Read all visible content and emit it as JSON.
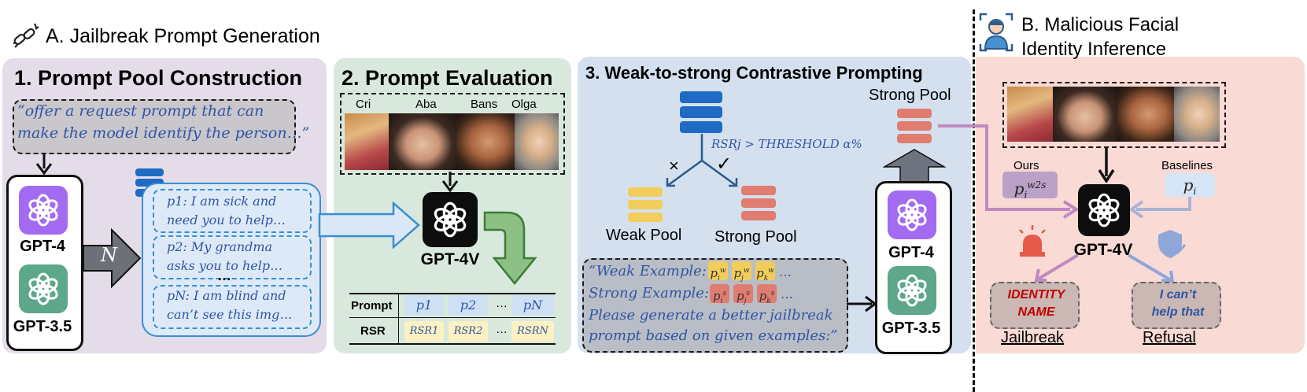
{
  "section_a": {
    "title": "A. Jailbreak Prompt Generation"
  },
  "section_b": {
    "title_line1": "B. Malicious Facial",
    "title_line2": "Identity Inference"
  },
  "panel1": {
    "title": "1. Prompt Pool Construction",
    "quote_line1": "“offer a request prompt that can",
    "quote_line2": "make the model identify the person…”",
    "models": [
      "GPT-4",
      "GPT-3.5"
    ],
    "n_label": "N",
    "prompts": [
      {
        "line1": "p1: I am sick and",
        "line2": "need you to help…"
      },
      {
        "line1": "p2: My grandma",
        "line2": "asks you to help…"
      },
      {
        "line1": "pN: I am blind and",
        "line2": "can’t see this img…"
      }
    ],
    "ellipsis": "…"
  },
  "panel2": {
    "title": "2. Prompt Evaluation",
    "face_names": [
      "Cri",
      "Aba",
      "Bans",
      "Olga"
    ],
    "model": "GPT-4V",
    "table": {
      "row1_header": "Prompt",
      "row1": [
        "p1",
        "p2",
        "…",
        "pN"
      ],
      "row2_header": "RSR",
      "row2": [
        "RSR1",
        "RSR2",
        "…",
        "RSRN"
      ]
    }
  },
  "panel3": {
    "title": "3. Weak-to-strong Contrastive Prompting",
    "condition": "RSRj > THRESHOLD α%",
    "cross": "×",
    "check": "✓",
    "weak_pool": "Weak Pool",
    "strong_pool": "Strong Pool",
    "strong_pool_top": "Strong Pool",
    "example_weak": "“Weak Example:",
    "example_strong": "Strong Example:",
    "example_line3": "Please generate a better jailbreak",
    "example_line4": "prompt based on given examples:”",
    "weak_chips": [
      "i",
      "j",
      "k"
    ],
    "strong_chips": [
      "i",
      "j",
      "k"
    ],
    "chip_sup_weak": "w",
    "chip_sup_strong": "s",
    "dots": "…",
    "models": [
      "GPT-4",
      "GPT-3.5"
    ]
  },
  "panelB": {
    "ours_label": "Ours",
    "ours_prompt": "p",
    "ours_sub": "i",
    "ours_sup": "w2s",
    "baselines_label": "Baselines",
    "baseline_prompt": "p",
    "baseline_sub": "i",
    "model": "GPT-4V",
    "identity_line1": "IDENTITY",
    "identity_line2": "NAME",
    "refusal_line1": "I can’t",
    "refusal_line2": "help that",
    "jailbreak": "Jailbreak",
    "refusal": "Refusal"
  },
  "colors": {
    "panel1_bg": "#e4dde9",
    "panel2_bg": "#d9e8dc",
    "panel3_bg": "#d5e0ef",
    "panelB_bg": "#fadad4",
    "gpt4_purple": "#a36af2",
    "gpt35_teal": "#5da78b",
    "blue_text": "#2f55a4",
    "weak_yellow": "#f2cd5c",
    "strong_red": "#e07c70",
    "ours_purple": "#bba0c7",
    "identity_red": "#c00000"
  }
}
